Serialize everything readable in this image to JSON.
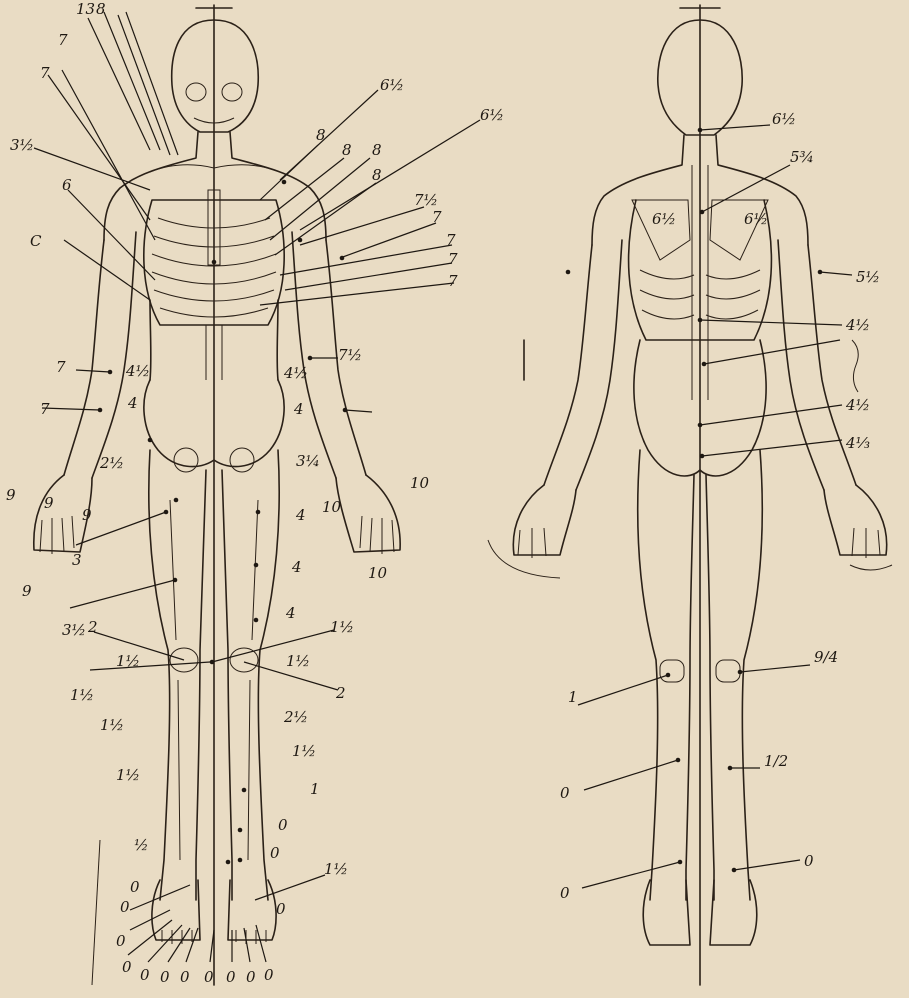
{
  "background_color": "#e9dcc4",
  "ink_color": "#1e1812",
  "figures": {
    "front": {
      "labels": [
        {
          "id": "f1",
          "text": "13"
        },
        {
          "id": "f2",
          "text": "8"
        },
        {
          "id": "f3",
          "text": "7"
        },
        {
          "id": "f4",
          "text": "7"
        },
        {
          "id": "f5",
          "text": "3½"
        },
        {
          "id": "f6",
          "text": "6"
        },
        {
          "id": "f7",
          "text": "C"
        },
        {
          "id": "f8",
          "text": "6½"
        },
        {
          "id": "f9",
          "text": "6½"
        },
        {
          "id": "f10",
          "text": "8"
        },
        {
          "id": "f11",
          "text": "8"
        },
        {
          "id": "f12",
          "text": "8"
        },
        {
          "id": "f13",
          "text": "8"
        },
        {
          "id": "f14",
          "text": "7½"
        },
        {
          "id": "f15",
          "text": "7"
        },
        {
          "id": "f16",
          "text": "7"
        },
        {
          "id": "f17",
          "text": "7"
        },
        {
          "id": "f18",
          "text": "7"
        },
        {
          "id": "f19",
          "text": "7½"
        },
        {
          "id": "f20",
          "text": "7"
        },
        {
          "id": "f21",
          "text": "4½"
        },
        {
          "id": "f22",
          "text": "4½"
        },
        {
          "id": "f23",
          "text": "4"
        },
        {
          "id": "f24",
          "text": "4"
        },
        {
          "id": "f25",
          "text": "7"
        },
        {
          "id": "f26",
          "text": "2½"
        },
        {
          "id": "f27",
          "text": "3¼"
        },
        {
          "id": "f28",
          "text": "9"
        },
        {
          "id": "f29",
          "text": "9"
        },
        {
          "id": "f30",
          "text": "9"
        },
        {
          "id": "f31",
          "text": "10"
        },
        {
          "id": "f32",
          "text": "10"
        },
        {
          "id": "f33",
          "text": "10"
        },
        {
          "id": "f34",
          "text": "3"
        },
        {
          "id": "f35",
          "text": "4"
        },
        {
          "id": "f36",
          "text": "4"
        },
        {
          "id": "f37",
          "text": "9"
        },
        {
          "id": "f38",
          "text": "3½"
        },
        {
          "id": "f39",
          "text": "4"
        },
        {
          "id": "f40",
          "text": "1½"
        },
        {
          "id": "f41",
          "text": "2"
        },
        {
          "id": "f42",
          "text": "1½"
        },
        {
          "id": "f43",
          "text": "1½"
        },
        {
          "id": "f44",
          "text": "1½"
        },
        {
          "id": "f45",
          "text": "2"
        },
        {
          "id": "f46",
          "text": "1½"
        },
        {
          "id": "f47",
          "text": "2½"
        },
        {
          "id": "f48",
          "text": "1½"
        },
        {
          "id": "f49",
          "text": "1½"
        },
        {
          "id": "f50",
          "text": "1"
        },
        {
          "id": "f51",
          "text": "0"
        },
        {
          "id": "f52",
          "text": "0"
        },
        {
          "id": "f53",
          "text": "½"
        },
        {
          "id": "f54",
          "text": "1½"
        },
        {
          "id": "f55",
          "text": "0"
        },
        {
          "id": "f56",
          "text": "0"
        },
        {
          "id": "f57",
          "text": "0"
        },
        {
          "id": "f58",
          "text": "0"
        },
        {
          "id": "f59",
          "text": "0"
        },
        {
          "id": "f60",
          "text": "0"
        },
        {
          "id": "f61",
          "text": "0"
        },
        {
          "id": "f62",
          "text": "0"
        },
        {
          "id": "f63",
          "text": "0"
        },
        {
          "id": "f64",
          "text": "0"
        },
        {
          "id": "f65",
          "text": "0"
        },
        {
          "id": "f66",
          "text": "0"
        }
      ]
    },
    "back": {
      "labels": [
        {
          "id": "b1",
          "text": "6½"
        },
        {
          "id": "b2",
          "text": "5¾"
        },
        {
          "id": "b3",
          "text": "6½"
        },
        {
          "id": "b4",
          "text": "6½"
        },
        {
          "id": "b5",
          "text": "5½"
        },
        {
          "id": "b6",
          "text": "4½"
        },
        {
          "id": "b7",
          "text": "4½"
        },
        {
          "id": "b8",
          "text": "4⅓"
        },
        {
          "id": "b9",
          "text": "9/4"
        },
        {
          "id": "b10",
          "text": "1"
        },
        {
          "id": "b11",
          "text": "1/2"
        },
        {
          "id": "b12",
          "text": "0"
        },
        {
          "id": "b13",
          "text": "0"
        },
        {
          "id": "b14",
          "text": "0"
        }
      ]
    }
  }
}
